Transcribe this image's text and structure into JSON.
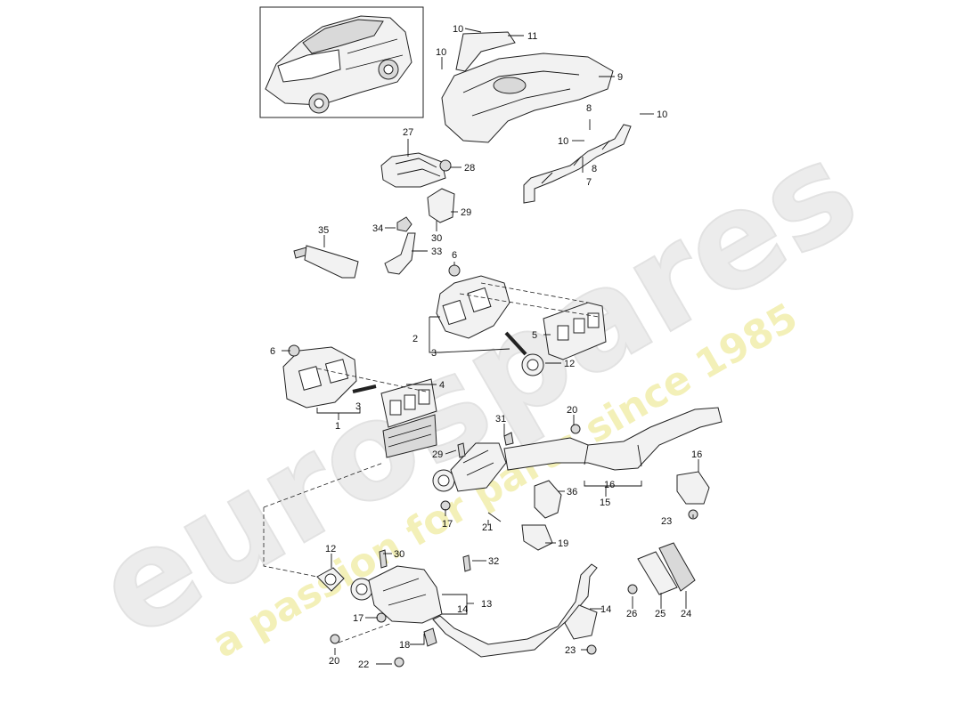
{
  "labels": {
    "l1": "1",
    "l2": "2",
    "l3a": "3",
    "l3b": "3",
    "l4": "4",
    "l5": "5",
    "l6a": "6",
    "l6b": "6",
    "l7": "7",
    "l8a": "8",
    "l8b": "8",
    "l9": "9",
    "l10a": "10",
    "l10b": "10",
    "l10c": "10",
    "l10d": "10",
    "l11": "11",
    "l12a": "12",
    "l12b": "12",
    "l13": "13",
    "l14a": "14",
    "l14b": "14",
    "l15": "15",
    "l16a": "16",
    "l16b": "16",
    "l17a": "17",
    "l17b": "17",
    "l18": "18",
    "l19": "19",
    "l20a": "20",
    "l20b": "20",
    "l21": "21",
    "l22": "22",
    "l23a": "23",
    "l23b": "23",
    "l24": "24",
    "l25": "25",
    "l26": "26",
    "l27": "27",
    "l28": "28",
    "l29a": "29",
    "l29b": "29",
    "l30a": "30",
    "l30b": "30",
    "l31": "31",
    "l32": "32",
    "l33": "33",
    "l34": "34",
    "l35": "35",
    "l36": "36"
  },
  "watermark": {
    "brand": "eurospares",
    "tagline": "a passion for parts since 1985"
  },
  "colors": {
    "line": "#222222",
    "watermark_grey": "#e9e9e9",
    "watermark_yellow": "#f3f0b8"
  }
}
